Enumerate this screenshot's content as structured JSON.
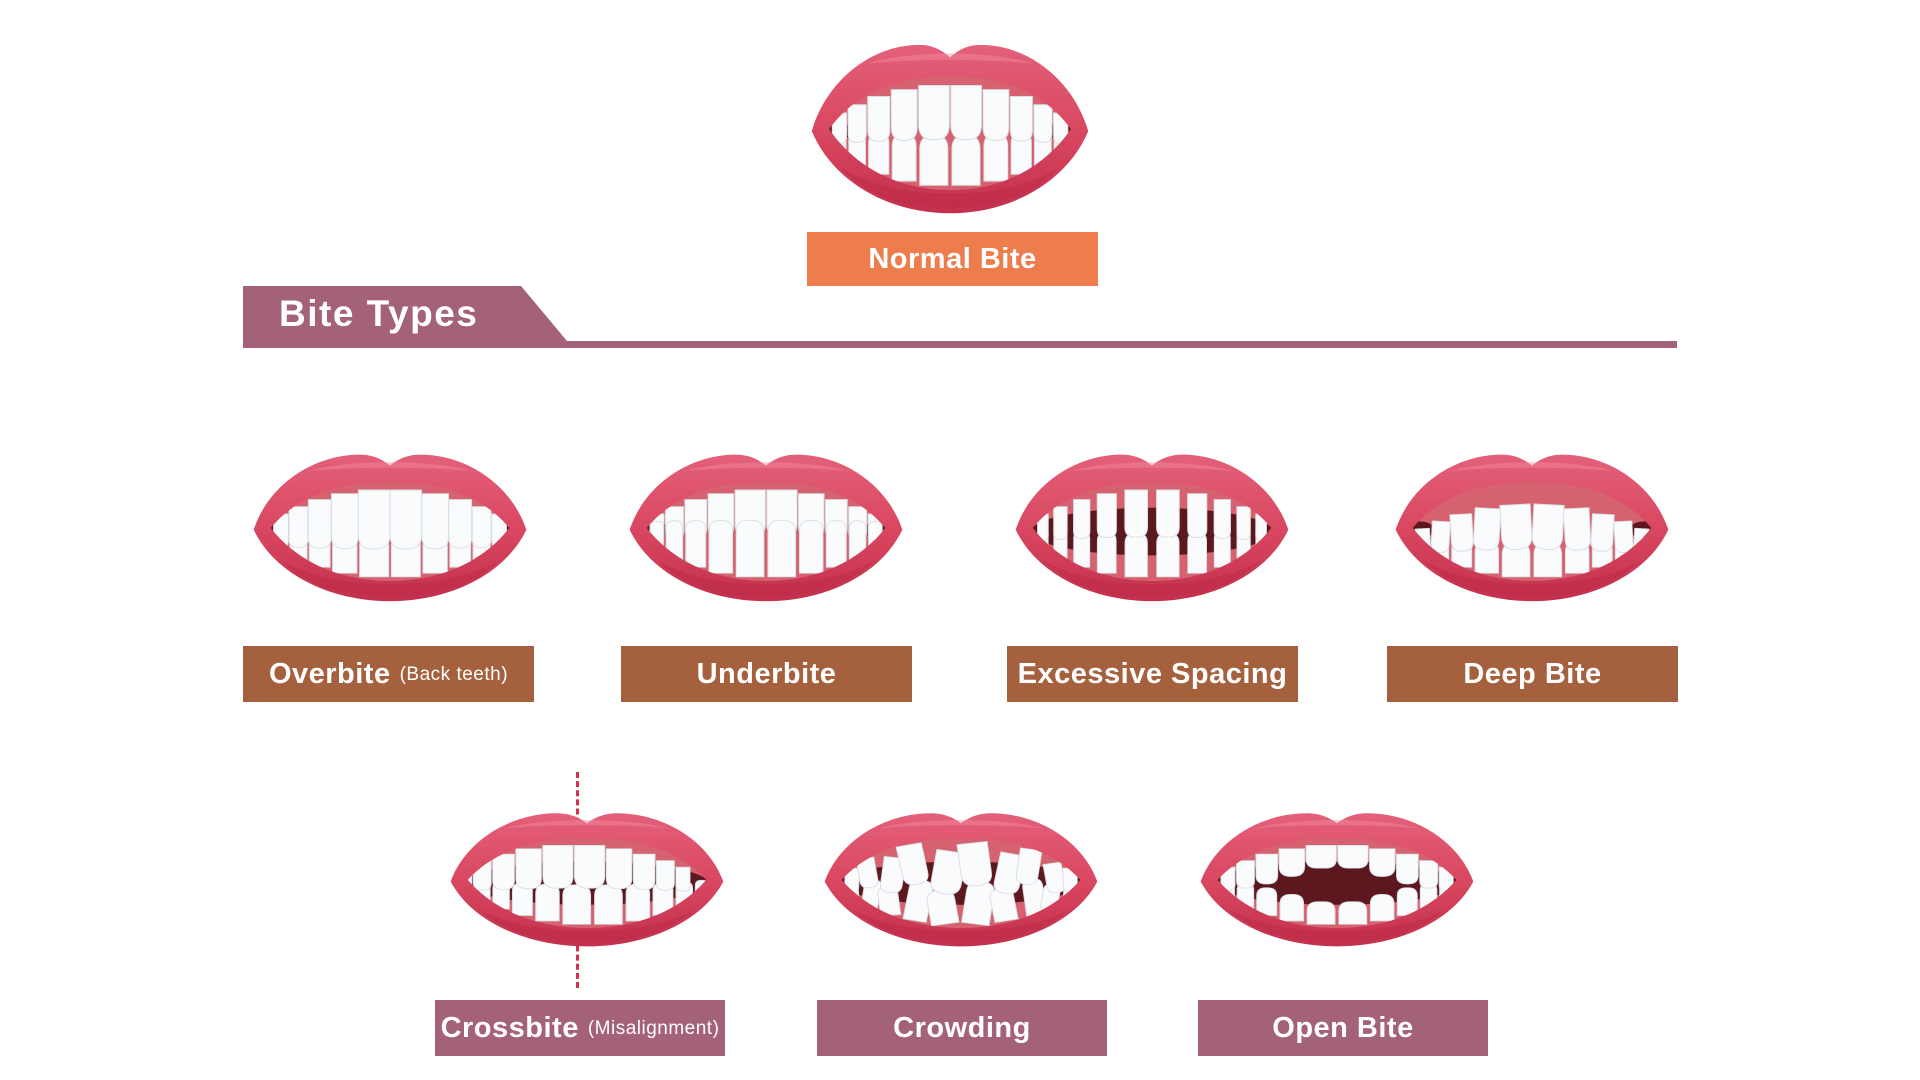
{
  "page": {
    "background": "#ffffff"
  },
  "header": {
    "normal_bite_label": "Normal Bite",
    "normal_variant": "normal"
  },
  "section": {
    "title": "Bite Types"
  },
  "colors": {
    "accent_orange": "#ED7D4D",
    "accent_brown": "#A5613D",
    "accent_mauve": "#A4617A",
    "dash_red": "#D32F4F",
    "lip_red": "#D94760",
    "gum_pink": "#D5626E",
    "mouth_dark": "#5C171F",
    "tooth_white": "#FAFBFC"
  },
  "bite_types": [
    {
      "label": "Overbite",
      "note": "(Back teeth)",
      "variant": "overbite",
      "row": 1
    },
    {
      "label": "Underbite",
      "note": "",
      "variant": "underbite",
      "row": 1
    },
    {
      "label": "Excessive Spacing",
      "note": "",
      "variant": "spacing",
      "row": 1
    },
    {
      "label": "Deep Bite",
      "note": "",
      "variant": "deepbite",
      "row": 1
    },
    {
      "label": "Crossbite",
      "note": "(Misalignment)",
      "variant": "crossbite",
      "row": 2
    },
    {
      "label": "Crowding",
      "note": "",
      "variant": "crowding",
      "row": 2
    },
    {
      "label": "Open Bite",
      "note": "",
      "variant": "openbite",
      "row": 2
    }
  ]
}
